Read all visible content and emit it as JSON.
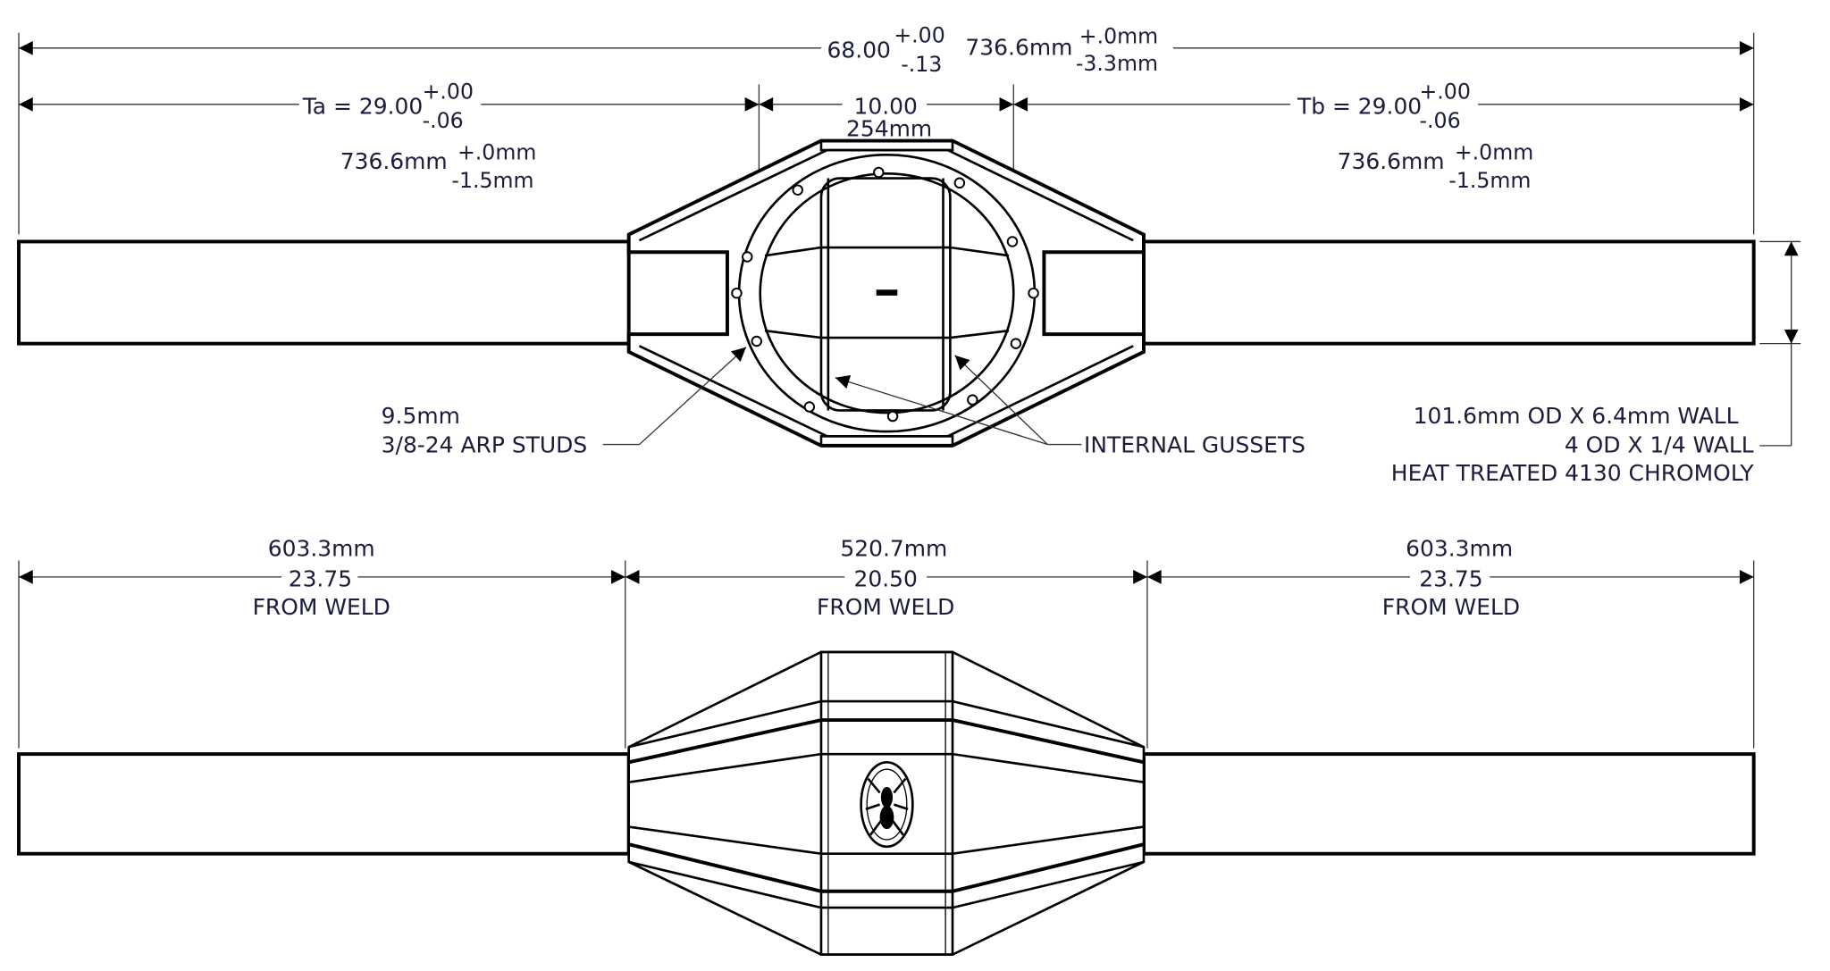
{
  "top_view": {
    "overall": {
      "value": "68.00",
      "tol_plus": "+.00",
      "tol_minus": "-.13",
      "mm": "736.6mm",
      "mm_plus": "+.0mm",
      "mm_minus": "-3.3mm"
    },
    "ta": {
      "value": "Ta = 29.00",
      "tol_plus": "+.00",
      "tol_minus": "-.06",
      "mm": "736.6mm",
      "mm_plus": "+.0mm",
      "mm_minus": "-1.5mm"
    },
    "center": {
      "value": "10.00",
      "mm": "254mm"
    },
    "tb": {
      "value": "Tb = 29.00",
      "tol_plus": "+.00",
      "tol_minus": "-.06",
      "mm": "736.6mm",
      "mm_plus": "+.0mm",
      "mm_minus": "-1.5mm"
    },
    "studs": {
      "line1": "9.5mm",
      "line2": "3/8-24 ARP STUDS"
    },
    "gussets": "INTERNAL GUSSETS",
    "tube": {
      "line1": "101.6mm OD X 6.4mm WALL",
      "line2": "4 OD X 1/4 WALL",
      "line3": "HEAT TREATED 4130 CHROMOLY"
    }
  },
  "bottom_view": {
    "left": {
      "mm": "603.3mm",
      "value": "23.75",
      "note": "FROM WELD"
    },
    "center": {
      "mm": "520.7mm",
      "value": "20.50",
      "note": "FROM WELD"
    },
    "right": {
      "mm": "603.3mm",
      "value": "23.75",
      "note": "FROM WELD"
    }
  }
}
